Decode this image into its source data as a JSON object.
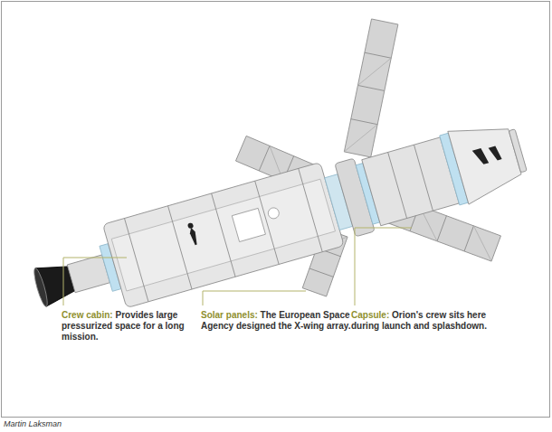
{
  "diagram": {
    "caption": "Martin Laksman",
    "labels": [
      "Crew cabin:",
      "Provides large pressurized space for a long mission.",
      "Solar panels:",
      "The European Space Agency designed the X-wing array.",
      "Capsule:",
      "Orion's crew sits here during launch and splashdown."
    ]
  }
}
